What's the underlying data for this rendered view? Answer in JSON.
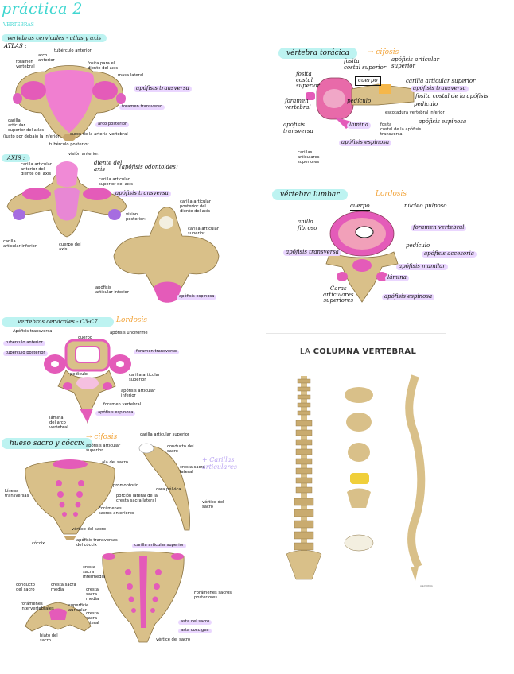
{
  "page_title": "práctica 2",
  "sections": {
    "vertebras_heading": "VERTEBRAS",
    "cervicales_atlas_axis": "vertebras cervicales - atlas y axis",
    "atlas": "ATLAS :",
    "axis": "AXIS :",
    "toracica": "vértebra torácica",
    "toracica_curve": "→ cifosis",
    "lumbar": "vértebra lumbar",
    "lumbar_curve": "Lordosis",
    "cervicales_c3c7": "vertebras cervicales - C3-C7",
    "cervicales_curve": "Lordosis",
    "sacro": "hueso sacro y cóccix",
    "sacro_curve": "→ cifosis",
    "sacro_note": "+ Carillas\narticulares"
  },
  "atlas_labels": {
    "tuberculo_anterior": "tubérculo anterior",
    "arco_anterior": "arco\nanterior",
    "foramen_vertebral": "foramen\nvertebral",
    "fosita_diente": "fosita para el\ndiente del axis",
    "masa_lateral": "masa lateral",
    "apofisis_transversa": "apófisis transversa",
    "foramen_transverso": "foramen transverso",
    "carilla_sup": "carilla\narticular\nsuperior del atlas",
    "debajo_inferior": "(justo por debajo la inferior)",
    "arco_posterior": "arco posterior",
    "surco_arteria": "surco de la arteria vertebral",
    "tuberculo_posterior": "tubérculo posterior"
  },
  "axis_labels": {
    "vision_anterior": "visión anterior:",
    "diente_axis": "diente del\naxis",
    "apofisis_odontoides": "(apófisis odontoides)",
    "carilla_articular_diente": "carilla articular\nanterior del\ndiente del axis",
    "carilla_sup_axis": "carilla articular\nsuperior del axis",
    "apofisis_transversa": "apófisis transversa",
    "carilla_inferior": "carilla\narticular inferior",
    "cuerpo_axis": "cuerpo del\naxis",
    "vision_posterior": "visión\nposterior:",
    "carilla_post_diente": "carilla articular\nposterior del\ndiente del axis",
    "carilla_sup_post": "carilla articular\nsuperior",
    "apofisis_art_inf": "apófisis\narticular inferior",
    "apofisis_espinosa": "apófisis espinosa"
  },
  "toracica_labels": {
    "fosita_costal_sup": "fosita\ncostal\nsuperior",
    "fosita_costal_superior2": "fosita\ncostal superior",
    "apofisis_art_sup": "apófisis articular\nsuperior",
    "cuerpo": "cuerpo",
    "carilla_art_sup": "carilla articular superior",
    "apofisis_transversa": "apófisis transversa",
    "fosita_costal_apofisis": "fosita costal de la apófisis",
    "foramen_vertebral": "foramen\nvertebral",
    "pediculo_left": "pedículo",
    "pediculo": "pedículo",
    "escotadura": "escotadura vertebral inferior",
    "apofisis_espinosa_r": "apófisis espinosa",
    "apofisis_transversa_l": "apófisis\ntransversa",
    "lamina": "lámina",
    "fosita_costal_transversa": "fosita\ncostal de la apófisis\ntransversa",
    "apofisis_espinosa": "apófisis espinosa",
    "carillas_sup": "carillas\narticulares\nsuperiores"
  },
  "lumbar_labels": {
    "cuerpo": "cuerpo",
    "nucleo_pulposo": "núcleo pulposo",
    "anillo_fibroso": "anillo\nfibroso",
    "foramen_vertebral": "foramen vertebral",
    "pediculo": "pedículo",
    "apofisis_transversa": "apófisis transversa",
    "apofisis_accesoria": "apófisis accesoria",
    "apofisis_mamilar": "apófisis mamilar",
    "lamina": "lámina",
    "caras_art_sup": "Caras\narticulares\nsuperiores",
    "apofisis_espinosa": "apófisis espinosa"
  },
  "cervical_labels": {
    "apofisis_transversa": "Apófisis transversa",
    "tuberculo_anterior": "tubérculo anterior",
    "tuberculo_posterior": "tubérculo posterior",
    "cuerpo": "cuerpo",
    "apofisis_unciforme": "apófisis unciforme",
    "foramen_transverso": "foramen transverso",
    "pediculo": "pedículo",
    "carilla_art_sup": "carilla articular\nsuperior",
    "apofisis_art_inf": "apófisis articular\ninferior",
    "foramen_vertebral": "foramen vertebral",
    "lamina": "lámina\ndel arco\nvertebral",
    "apofisis_espinosa": "apófisis espinosa"
  },
  "sacro_labels": {
    "apofisis_art_sup": "apófisis articular\nsuperior",
    "ala_sacro": "ala del sacro",
    "promontorio": "promontorio",
    "porcion_lateral": "porción lateral de la\ncresta sacra lateral",
    "lineas_transversas": "Líneas\ntransversas",
    "forameenes_ant": "Forámenes\nsacros anteriores",
    "vertice": "vértice del sacro",
    "coccix": "cóccix",
    "apofisis_transversas_coccix": "apófisis transversas\ndel cóccix",
    "carilla_sup_lateral": "carilla articular superior",
    "conducto_lateral": "conducto del\nsacro",
    "cresta_sacra_lat": "cresta sacra\nlateral",
    "cara_pelvica": "cara pélvica",
    "vertice_lateral": "vértice del\nsacro",
    "carilla_sup_post": "carilla articular superior",
    "cresta_intermedia": "cresta\nsacra\nintermedia",
    "cresta_media": "cresta\nsacra\nmedia",
    "cresta_lateral": "cresta\nsacra\nlateral",
    "forameenes_post": "Forámenes sacros\nposteriores",
    "asta_sacro": "asta del sacro",
    "asta_coccigea": "asta coccígea",
    "vertice_sacro": "vértice del sacro",
    "conducto_sacro": "conducto\ndel sacro",
    "cresta_media_sup": "cresta sacra\nmedia",
    "forameenes_inter": "forámenes\nintervertebrales",
    "superficie_aur": "superficie\nauricular",
    "hiato": "hiato del\nsacro"
  },
  "poster": {
    "title_light": "LA",
    "title_bold": "COLUMNA VERTEBRAL",
    "credit": "ANATOMIA"
  },
  "colors": {
    "cyan": "#3fd6d0",
    "cyan_highlight": "#bdf3f1",
    "purple_highlight": "#ead6ff",
    "bone": "#d9c089",
    "pink": "#e45bb9",
    "orange": "#f2a43a"
  }
}
